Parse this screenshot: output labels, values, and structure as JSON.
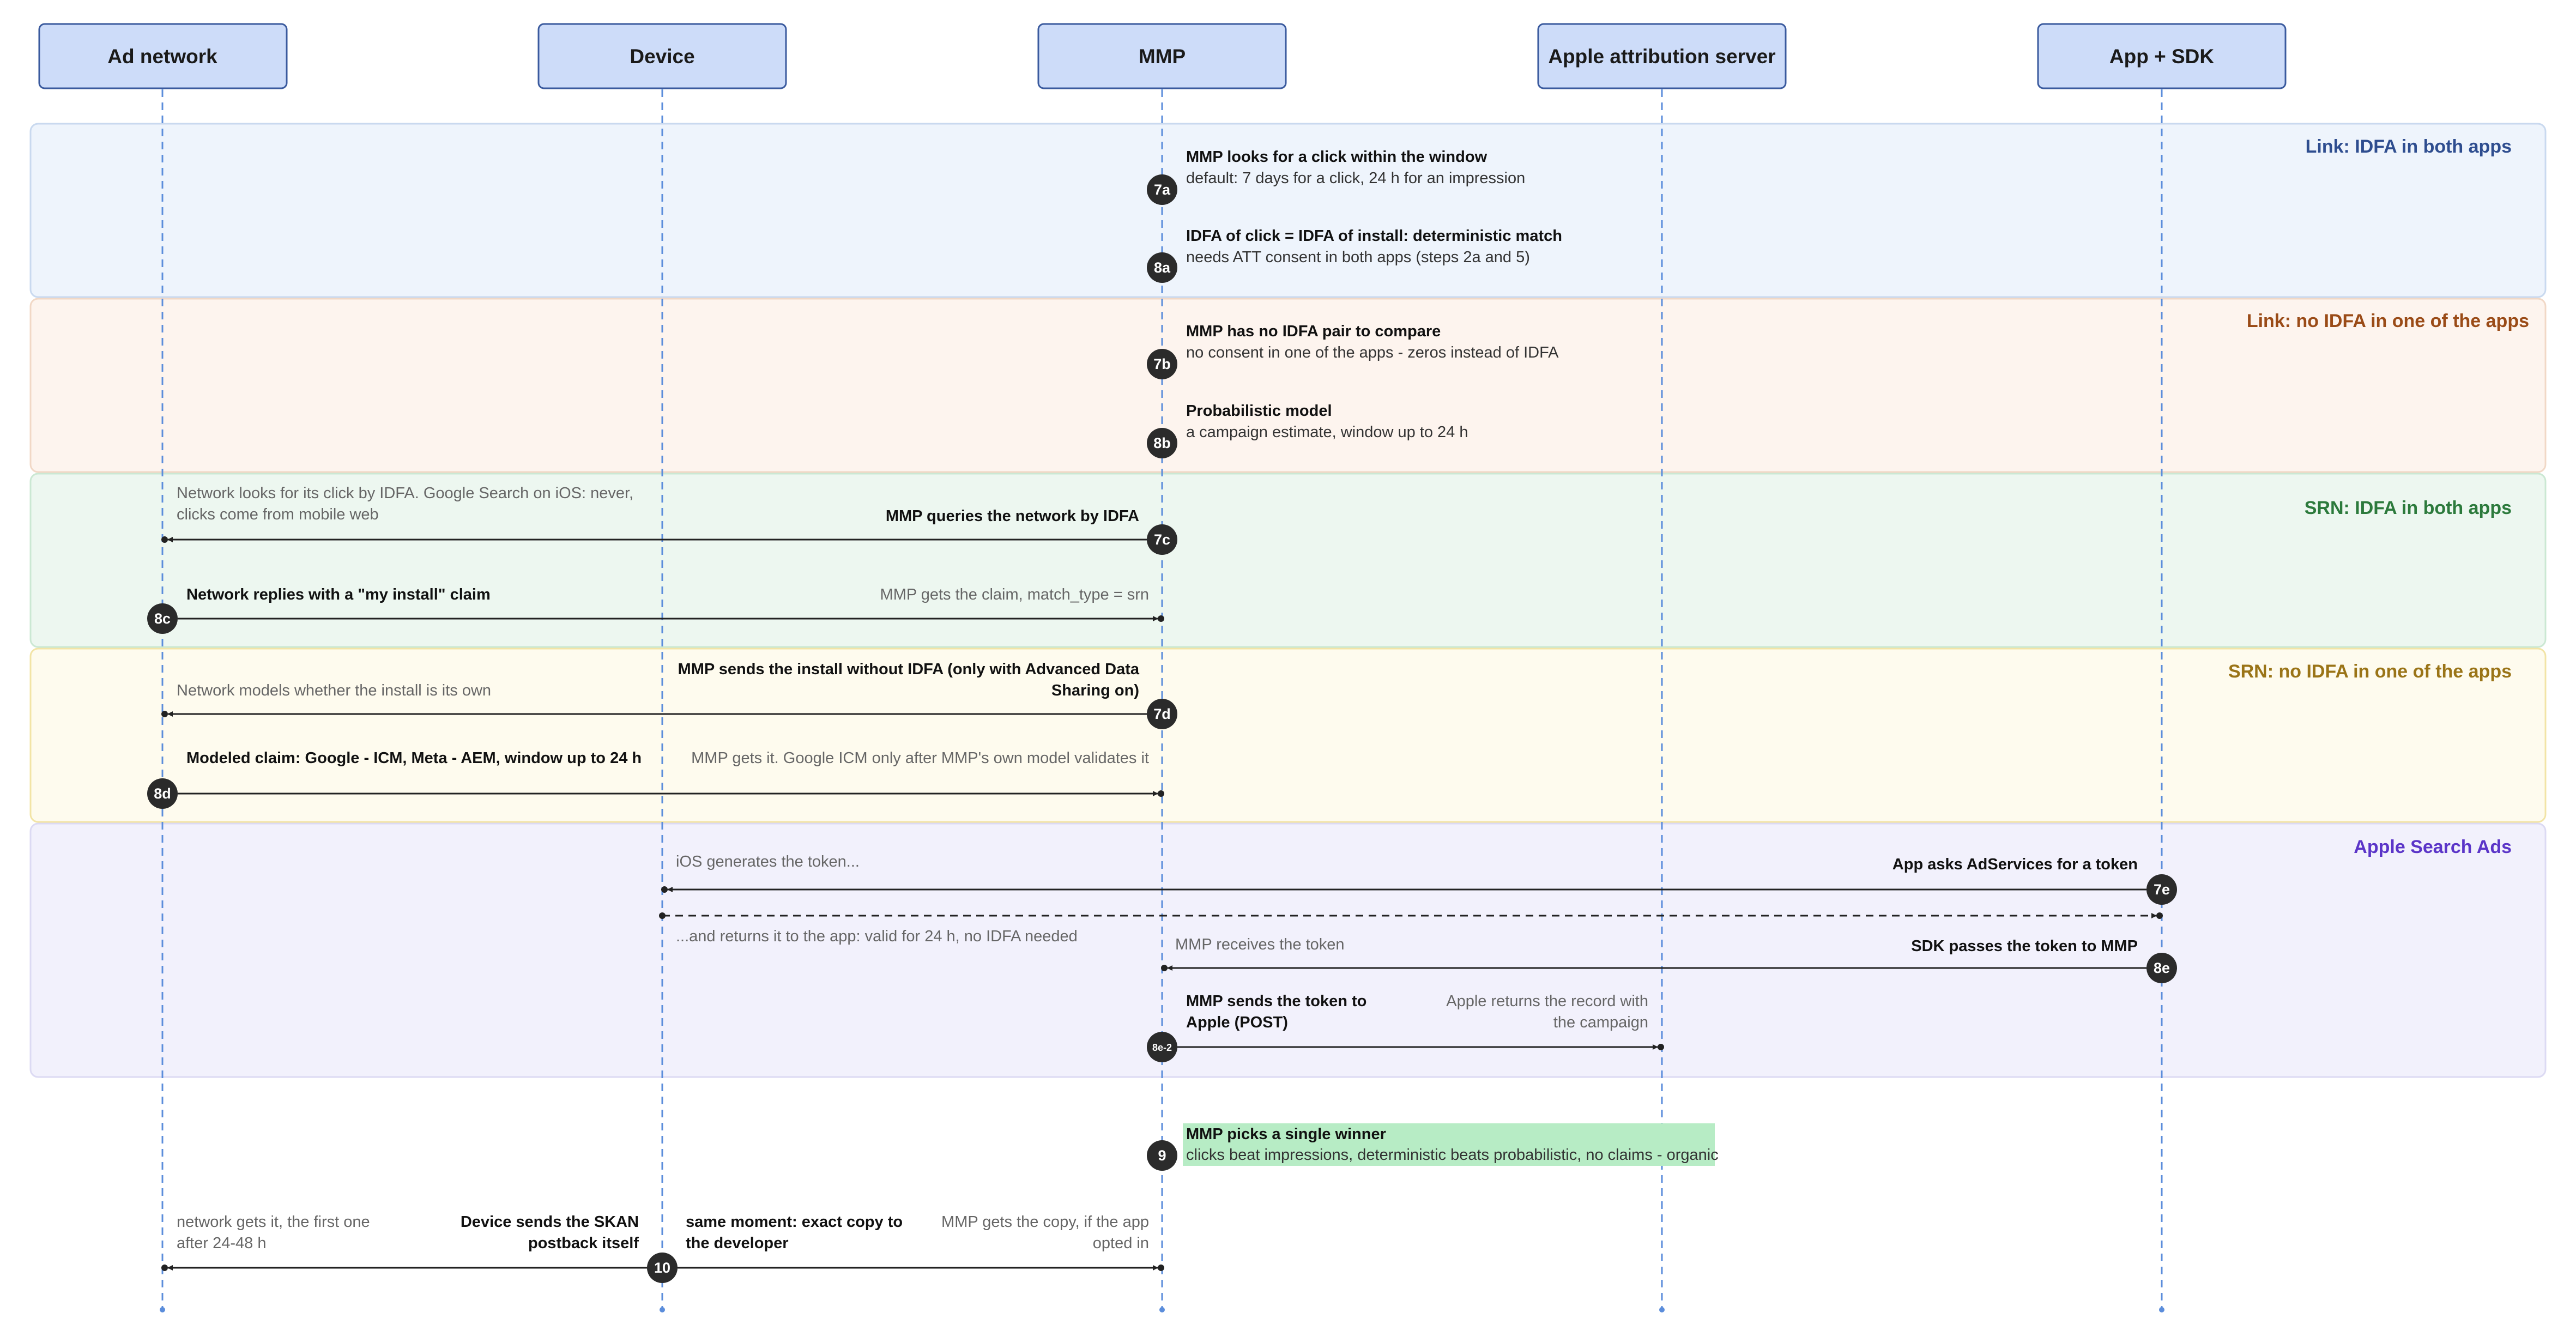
{
  "actors": [
    "Ad network",
    "Device",
    "MMP",
    "Apple attribution server",
    "App + SDK"
  ],
  "bands": [
    {
      "title": "Link: IDFA in both apps",
      "fill": "#eef4fc",
      "stroke": "#c9d9ef",
      "color": "#2e4d8f"
    },
    {
      "title": "Link: no IDFA in one of the apps",
      "fill": "#fdf4ee",
      "stroke": "#f1d8c6",
      "color": "#9a4b17"
    },
    {
      "title": "SRN: IDFA in both apps",
      "fill": "#edf7f0",
      "stroke": "#cbe8d3",
      "color": "#2c7a3c"
    },
    {
      "title": "SRN: no IDFA in one of the apps",
      "fill": "#fefbee",
      "stroke": "#f2e4a6",
      "color": "#9a7417"
    },
    {
      "title": "Apple Search Ads",
      "fill": "#f2f1fc",
      "stroke": "#dcdaf3",
      "color": "#5b35c8"
    }
  ],
  "steps": {
    "s7a": {
      "badge": "7a",
      "main": "MMP looks for a click within the window",
      "sub": "default: 7 days for a click, 24 h for an impression"
    },
    "s8a": {
      "badge": "8a",
      "main": "IDFA of click = IDFA of install: deterministic match",
      "sub": "needs ATT consent in both apps (steps 2a and 5)"
    },
    "s7b": {
      "badge": "7b",
      "main": "MMP has no IDFA pair to compare",
      "sub": "no consent in one of the apps - zeros instead of IDFA"
    },
    "s8b": {
      "badge": "8b",
      "main": "Probabilistic model",
      "sub": "a campaign estimate, window up to 24 h"
    },
    "s7c": {
      "badge": "7c",
      "main": "MMP queries the network by IDFA",
      "note1": "Network looks for its click by IDFA. Google Search on iOS: never,",
      "note2": "clicks come from mobile web"
    },
    "s8c": {
      "badge": "8c",
      "main": "Network replies with a \"my install\" claim",
      "note": "MMP gets the claim, match_type = srn"
    },
    "s7d": {
      "badge": "7d",
      "main1": "MMP sends the install without IDFA (only with Advanced Data",
      "main2": "Sharing on)",
      "note": "Network models whether the install is its own"
    },
    "s8d": {
      "badge": "8d",
      "main": "Modeled claim: Google - ICM, Meta - AEM, window up to 24 h",
      "note": "MMP gets it. Google ICM only after MMP's own model validates it"
    },
    "s7e": {
      "badge": "7e",
      "main": "App asks AdServices for a token",
      "note": "iOS generates the token...",
      "return_note": "...and returns it to the app: valid for 24 h, no IDFA needed"
    },
    "s8e": {
      "badge": "8e",
      "main": "SDK passes the token to MMP",
      "note": "MMP receives the token"
    },
    "s8e2": {
      "badge": "8e-2",
      "main1": "MMP sends the token to",
      "main2": "Apple (POST)",
      "note1": "Apple returns the record with",
      "note2": "the campaign"
    },
    "s9": {
      "badge": "9",
      "main": "MMP picks a single winner",
      "sub": "clicks beat impressions, deterministic beats probabilistic, no claims - organic"
    },
    "s10": {
      "badge": "10",
      "main1": "Device sends the SKAN",
      "main2": "postback itself",
      "right1": "same moment: exact copy to",
      "right2": "the developer",
      "note1": "network gets it, the first one",
      "note2": "after 24-48 h",
      "note3": "MMP gets the copy, if the app",
      "note4": "opted in"
    }
  },
  "colors": {
    "actor_fill": "#cddcf9",
    "actor_stroke": "#3a5a9e",
    "lifeline": "#5b8ddb",
    "badge": "#2b2b2b",
    "winner_bg": "#b7ecc5"
  }
}
